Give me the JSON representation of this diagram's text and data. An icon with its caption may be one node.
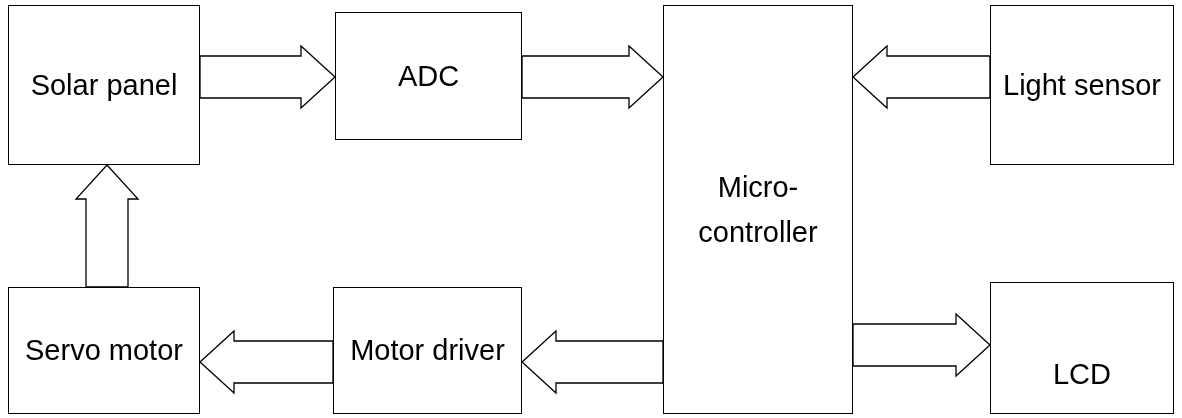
{
  "diagram": {
    "nodes": [
      {
        "text": [
          "Solar panel"
        ]
      },
      {
        "text": [
          "ADC"
        ]
      },
      {
        "text": [
          "Micro- controller"
        ]
      },
      {
        "text": [
          "Light sensor"
        ]
      },
      {
        "text": [
          "Servo motor"
        ]
      },
      {
        "text": [
          "Motor driver"
        ]
      },
      {
        "text": [
          "LCD"
        ]
      }
    ],
    "edges": [
      {
        "from": 0,
        "to": 1,
        "arrow": "to"
      },
      {
        "from": 1,
        "to": 2,
        "arrow": "to"
      },
      {
        "from": 3,
        "to": 2,
        "arrow": "to"
      },
      {
        "from": 4,
        "to": 0,
        "arrow": "to"
      },
      {
        "from": 2,
        "to": 5,
        "arrow": "to"
      },
      {
        "from": 5,
        "to": 4,
        "arrow": "to"
      },
      {
        "from": 2,
        "to": 6,
        "arrow": "to"
      }
    ]
  }
}
